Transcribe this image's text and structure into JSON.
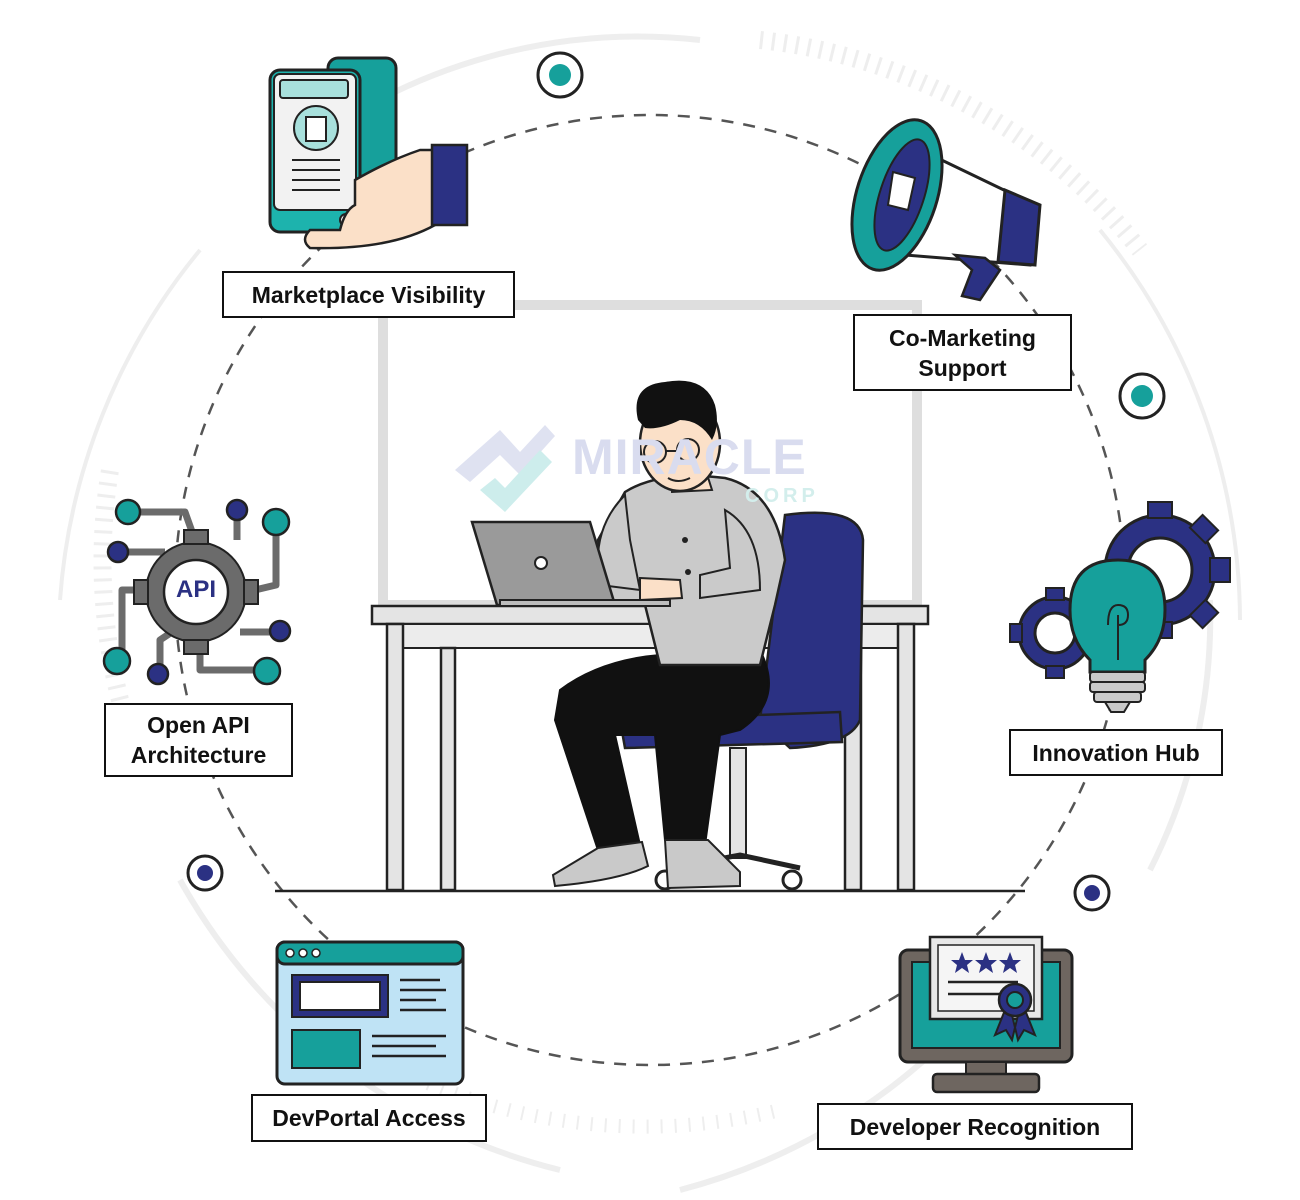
{
  "colors": {
    "navy": "#2b3183",
    "teal": "#16a09b",
    "dark_teal": "#0e7c78",
    "light_teal": "#a8e0dc",
    "light_blue": "#bfe3f5",
    "skin": "#fbe0c8",
    "shirt": "#c9c9c9",
    "ring_gray": "#e7e7e7"
  },
  "watermark": {
    "word": "MIRACLE",
    "sub": "CORP"
  },
  "features": [
    {
      "id": "marketplace",
      "icon": "phone-hand-icon",
      "lines": [
        "Marketplace Visibility"
      ]
    },
    {
      "id": "comarketing",
      "icon": "megaphone-icon",
      "lines": [
        "Co-Marketing",
        "Support"
      ]
    },
    {
      "id": "innovation",
      "icon": "lightbulb-gears-icon",
      "lines": [
        "Innovation Hub"
      ]
    },
    {
      "id": "recognition",
      "icon": "certificate-monitor-icon",
      "lines": [
        "Developer Recognition"
      ]
    },
    {
      "id": "devportal",
      "icon": "browser-window-icon",
      "lines": [
        "DevPortal Access"
      ]
    },
    {
      "id": "openapi",
      "icon": "api-gear-icon",
      "lines": [
        "Open API",
        "Architecture"
      ]
    }
  ],
  "api_badge": "API"
}
